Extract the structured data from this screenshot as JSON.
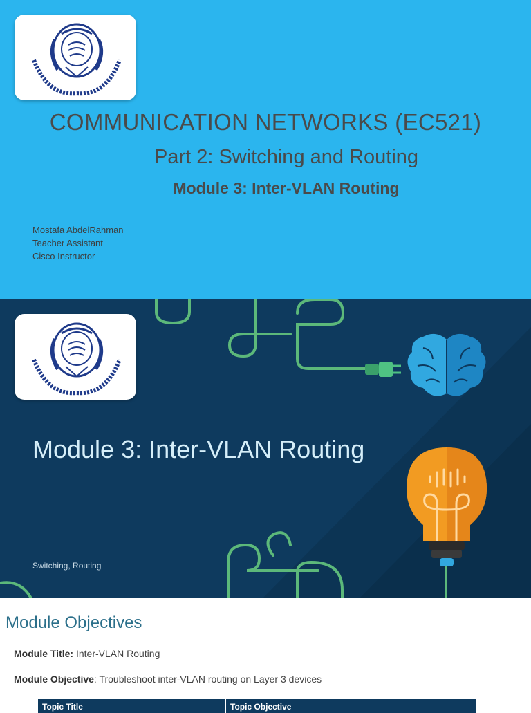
{
  "slide1": {
    "course_title": "COMMUNICATION NETWORKS (EC521)",
    "part_title": "Part 2: Switching and Routing",
    "module_title": "Module 3: Inter-VLAN Routing",
    "presenter": {
      "name": "Mostafa AbdelRahman",
      "role1": "Teacher Assistant",
      "role2": "Cisco Instructor"
    },
    "background_color": "#2bb5ee"
  },
  "slide2": {
    "title": "Module 3: Inter-VLAN Routing",
    "subtitle": "Switching, Routing",
    "background_color": "#0e3a5e",
    "icons": [
      "university-logo",
      "brain-icon",
      "plug-icon",
      "lightbulb-icon",
      "circuit-lines"
    ]
  },
  "slide3": {
    "heading": "Module Objectives",
    "module_title_label": "Module Title:",
    "module_title_value": " Inter-VLAN Routing",
    "module_objective_label": "Module Objective",
    "module_objective_value": ": Troubleshoot inter-VLAN routing on Layer 3 devices",
    "table_headers": [
      "Topic Title",
      "Topic Objective"
    ]
  }
}
